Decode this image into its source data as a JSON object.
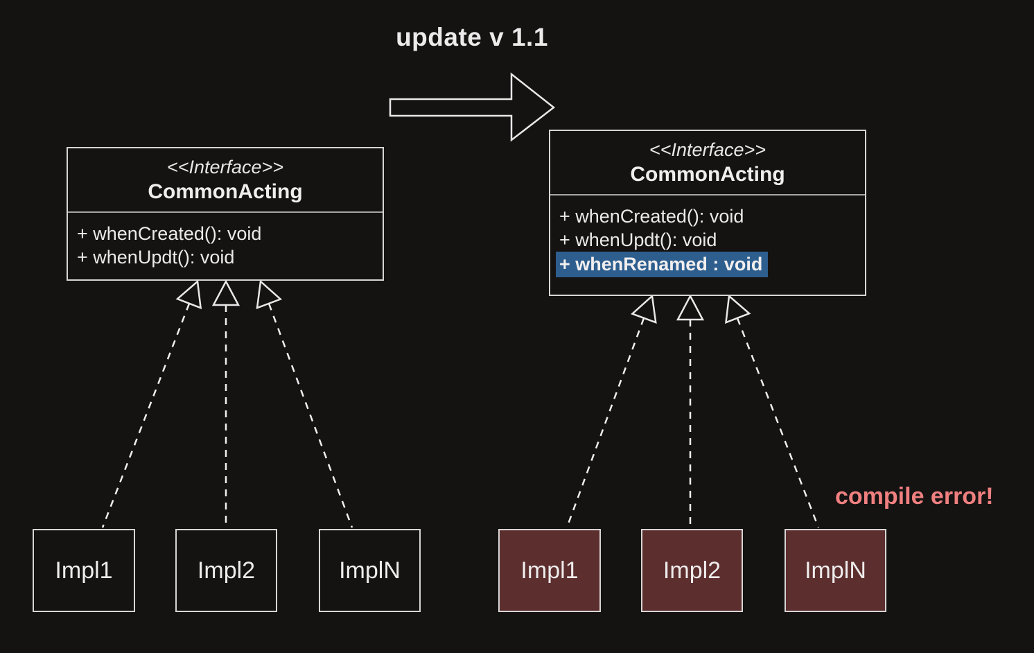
{
  "title": "update v 1.1",
  "annotation": {
    "text": "compile error!",
    "color": "#f08080"
  },
  "before": {
    "interface": {
      "stereotype": "<<Interface>>",
      "name": "CommonActing",
      "methods": [
        "+ whenCreated(): void",
        "+ whenUpdt(): void"
      ]
    },
    "implementations": [
      "Impl1",
      "Impl2",
      "ImplN"
    ]
  },
  "after": {
    "interface": {
      "stereotype": "<<Interface>>",
      "name": "CommonActing",
      "methods": [
        "+ whenCreated(): void",
        "+ whenUpdt(): void"
      ],
      "added_method": "+ whenRenamed : void",
      "added_method_highlight": "#2d5e8e"
    },
    "implementations": [
      "Impl1",
      "Impl2",
      "ImplN"
    ],
    "implementation_color": "#5c2e2e"
  },
  "colors": {
    "background": "#151212",
    "box_border": "#d8d5d5",
    "text": "#ece9e9",
    "highlight_blue": "#2d5e8e",
    "error_box_maroon": "#5c2e2e",
    "error_text_salmon": "#f08080"
  },
  "icons": {
    "update_arrow": "right-arrow-outline",
    "realization_arrowhead": "hollow-triangle"
  }
}
